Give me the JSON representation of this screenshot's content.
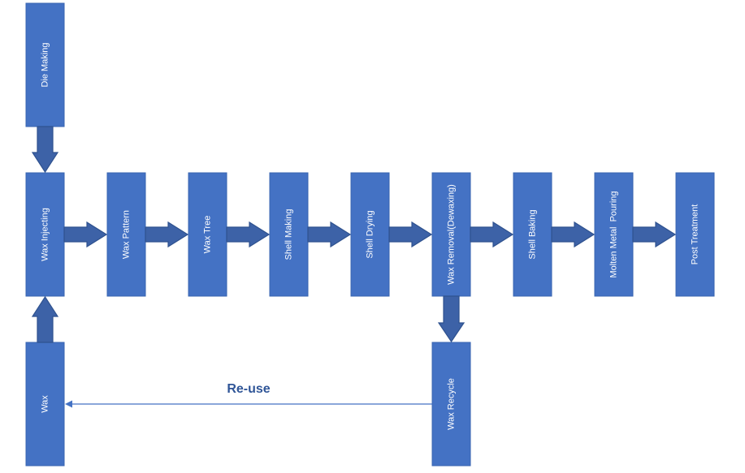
{
  "steps": {
    "die_making": "Die Making",
    "wax_injecting": "Wax Injecting",
    "wax_pattern": "Wax Pattern",
    "wax_tree": "Wax Tree",
    "shell_making": "Shell Making",
    "shell_drying": "Shell Drying",
    "wax_removal": "Wax Removal(Dewaxing)",
    "shell_baking": "Shell Baking",
    "molten_metal_pouring": "Molten Metal  Pouring",
    "post_treatment": "Post Treatment",
    "wax": "Wax",
    "wax_recycle": "Wax Recycle"
  },
  "reuse_label": "Re-use",
  "colors": {
    "box": "#4472c4",
    "arrow": "#3d62a7",
    "text": "#ffffff",
    "reuse_text": "#2f5597"
  }
}
